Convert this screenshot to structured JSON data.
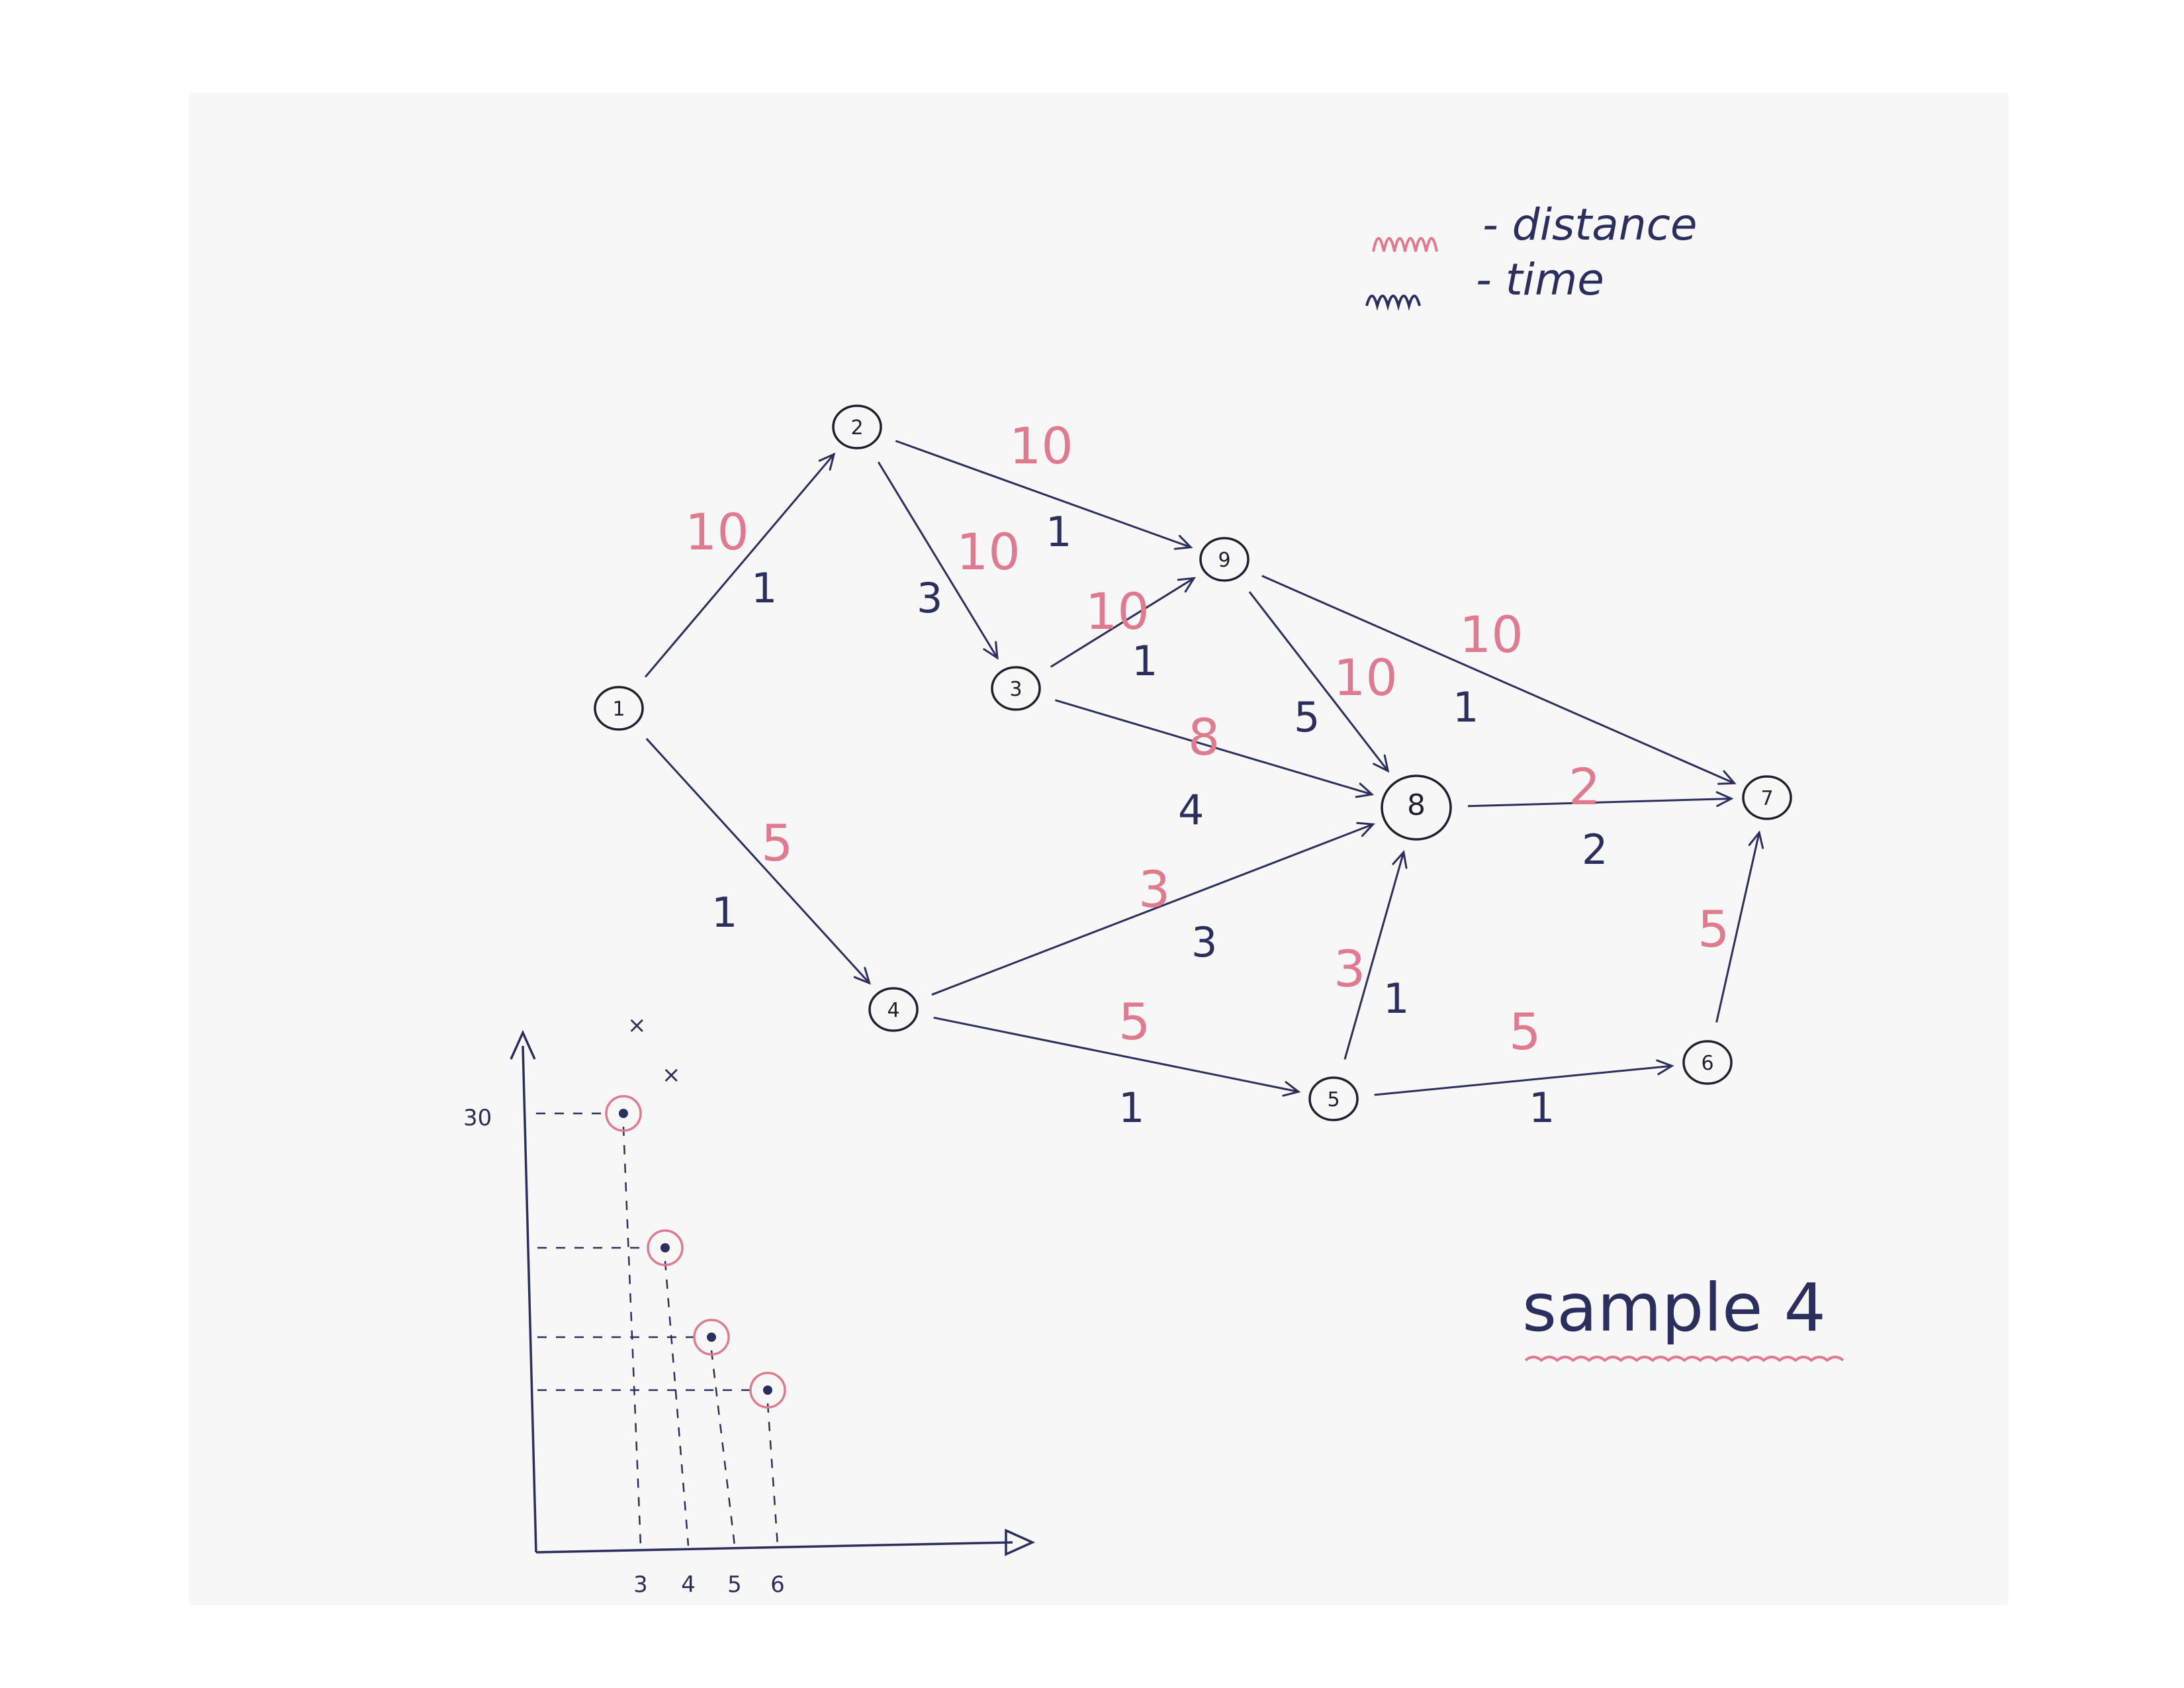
{
  "legend": {
    "distance_label": "- distance",
    "time_label": "- time",
    "distance_color": "#e07a8e",
    "time_color": "#2b2f5e"
  },
  "graph": {
    "nodes": [
      {
        "id": "1",
        "label": "1"
      },
      {
        "id": "2",
        "label": "2"
      },
      {
        "id": "3",
        "label": "3"
      },
      {
        "id": "4",
        "label": "4"
      },
      {
        "id": "5",
        "label": "5"
      },
      {
        "id": "6",
        "label": "6"
      },
      {
        "id": "7",
        "label": "7"
      },
      {
        "id": "8",
        "label": "8"
      },
      {
        "id": "9",
        "label": "9"
      }
    ],
    "edges": [
      {
        "from": "1",
        "to": "2",
        "distance": "10",
        "time": "1"
      },
      {
        "from": "1",
        "to": "4",
        "distance": "5",
        "time": "1"
      },
      {
        "from": "2",
        "to": "9",
        "distance": "10",
        "time": "1"
      },
      {
        "from": "2",
        "to": "3",
        "distance": "10",
        "time": "3"
      },
      {
        "from": "3",
        "to": "9",
        "distance": "10",
        "time": "1"
      },
      {
        "from": "3",
        "to": "8",
        "distance": "8",
        "time": "4"
      },
      {
        "from": "9",
        "to": "8",
        "distance": "10",
        "time": "5"
      },
      {
        "from": "9",
        "to": "7",
        "distance": "10",
        "time": "1"
      },
      {
        "from": "8",
        "to": "7",
        "distance": "2",
        "time": "2"
      },
      {
        "from": "4",
        "to": "8",
        "distance": "3",
        "time": "3"
      },
      {
        "from": "4",
        "to": "5",
        "distance": "5",
        "time": "1"
      },
      {
        "from": "5",
        "to": "8",
        "distance": "3",
        "time": "1"
      },
      {
        "from": "5",
        "to": "6",
        "distance": "5",
        "time": "1"
      },
      {
        "from": "6",
        "to": "7",
        "distance": "5",
        "time": ""
      }
    ]
  },
  "inset_chart": {
    "y_tick_label": "30",
    "x_tick_labels": [
      "3",
      "4",
      "5",
      "6"
    ],
    "cross_marks": [
      "×",
      "×"
    ]
  },
  "sample_title": "sample 4"
}
